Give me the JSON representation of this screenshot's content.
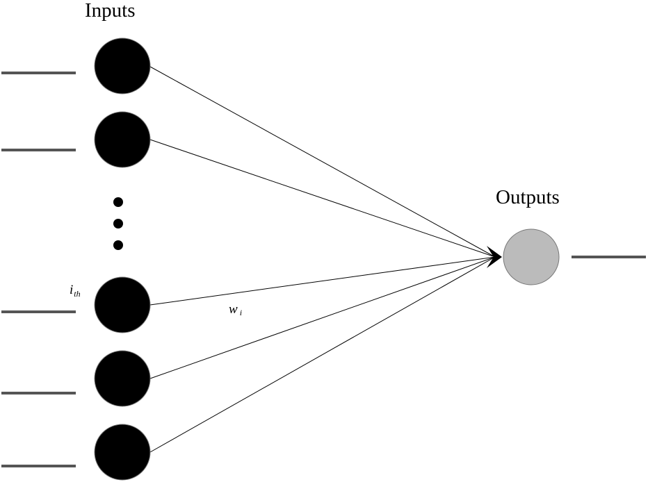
{
  "labels": {
    "inputs_title": "Inputs",
    "outputs_title": "Outputs",
    "ith_base": "i",
    "ith_sub": "th",
    "weight_base": "w",
    "weight_sub": "i"
  },
  "colors": {
    "input_node": "#000000",
    "output_node": "#bbbbbb",
    "node_stroke": "#777777",
    "io_line": "#555555",
    "edge": "#000000"
  },
  "structure": {
    "input_nodes": 5,
    "output_nodes": 1,
    "ellipsis_dots": 3
  }
}
